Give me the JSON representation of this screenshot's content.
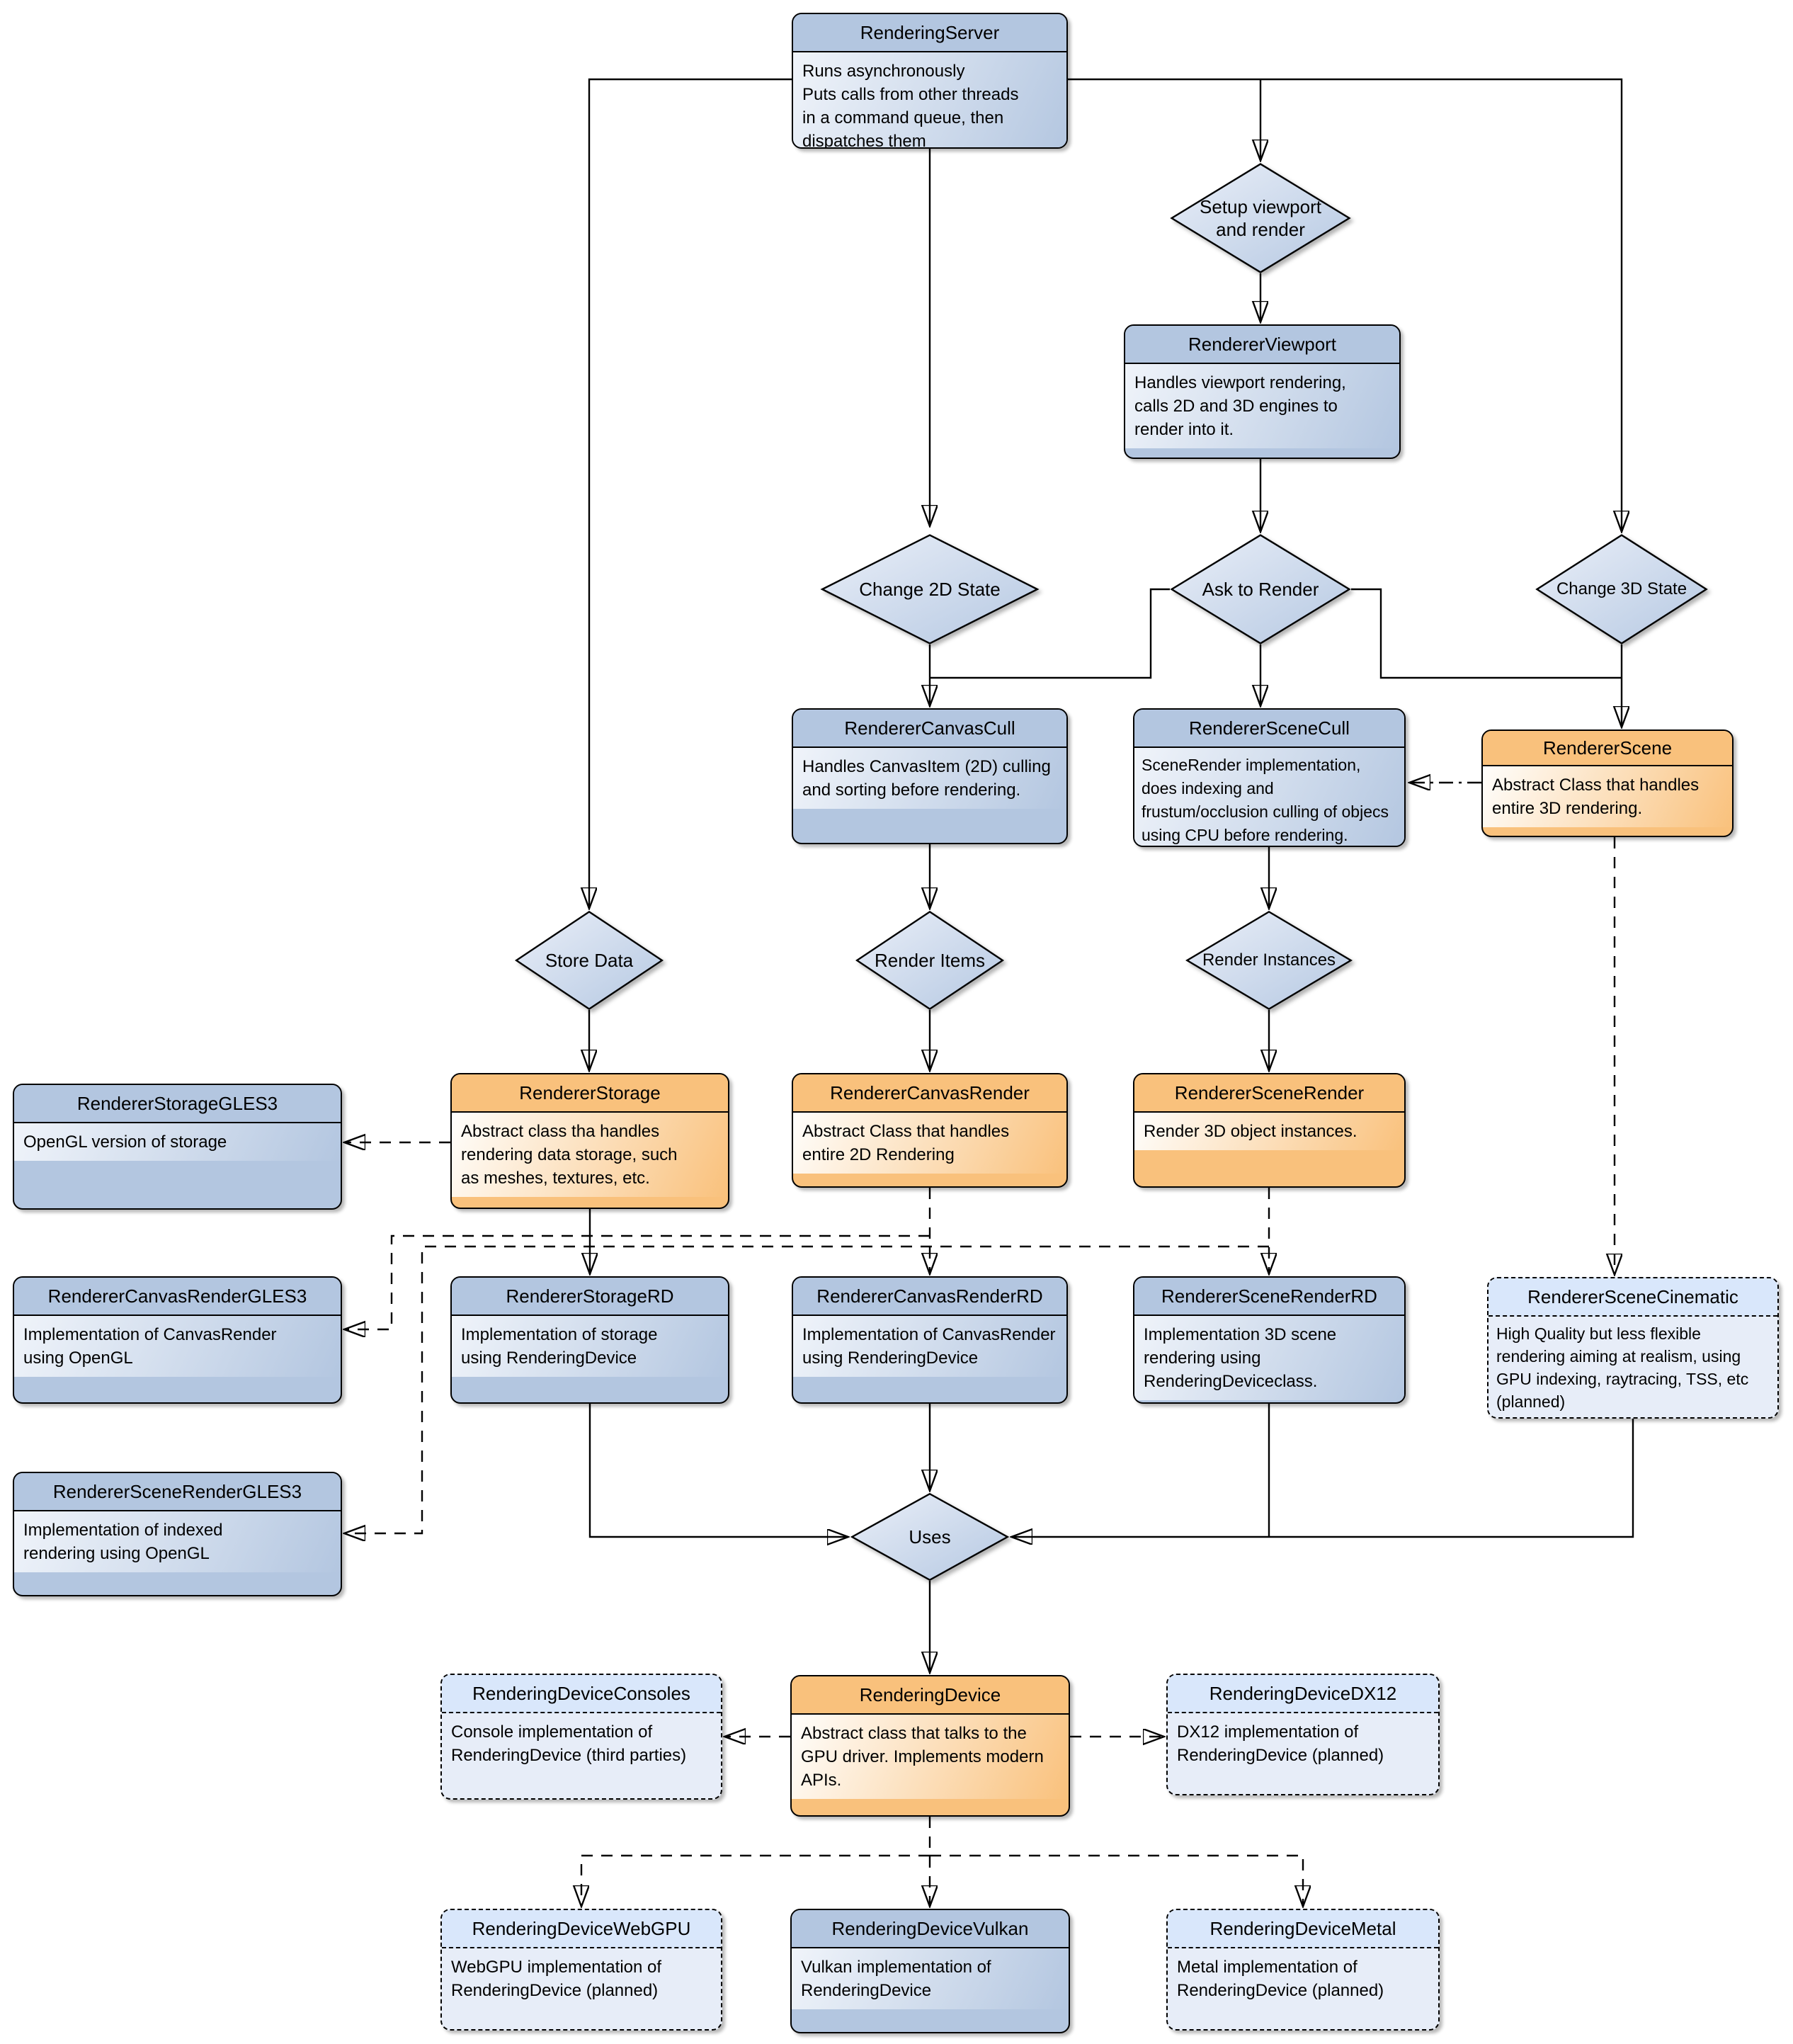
{
  "colors": {
    "box_blue_header": "#b3c6e0",
    "box_orange_header": "#f9c17c",
    "box_planned_header": "#d9e7fb",
    "box_planned_body": "#e7edf8",
    "connector": "#000000",
    "background": "#ffffff"
  },
  "nodes": {
    "rendering_server": {
      "title": "RenderingServer",
      "body": "Runs asynchronously\nPuts calls from other threads\nin a command queue, then\ndispatches them"
    },
    "renderer_viewport": {
      "title": "RendererViewport",
      "body": "Handles viewport rendering,\ncalls 2D and 3D engines to\nrender into it."
    },
    "renderer_canvas_cull": {
      "title": "RendererCanvasCull",
      "body": "Handles CanvasItem (2D) culling\nand sorting before rendering."
    },
    "renderer_scene_cull": {
      "title": "RendererSceneCull",
      "body": "SceneRender implementation,\ndoes indexing and\nfrustum/occlusion culling of objecs\nusing CPU before rendering."
    },
    "renderer_scene": {
      "title": "RendererScene",
      "body": "Abstract Class that handles\nentire 3D rendering."
    },
    "renderer_storage_gles3": {
      "title": "RendererStorageGLES3",
      "body": "OpenGL version of storage"
    },
    "renderer_storage": {
      "title": "RendererStorage",
      "body": "Abstract class tha handles\nrendering data storage, such\nas meshes, textures, etc."
    },
    "renderer_canvas_render": {
      "title": "RendererCanvasRender",
      "body": "Abstract Class that handles\nentire 2D Rendering"
    },
    "renderer_scene_render": {
      "title": "RendererSceneRender",
      "body": "Render 3D object instances."
    },
    "renderer_canvas_render_gles3": {
      "title": "RendererCanvasRenderGLES3",
      "body": "Implementation of CanvasRender\nusing OpenGL"
    },
    "renderer_storage_rd": {
      "title": "RendererStorageRD",
      "body": "Implementation of storage\nusing RenderingDevice"
    },
    "renderer_canvas_render_rd": {
      "title": "RendererCanvasRenderRD",
      "body": "Implementation of CanvasRender\nusing RenderingDevice"
    },
    "renderer_scene_render_rd": {
      "title": "RendererSceneRenderRD",
      "body": "Implementation 3D scene\nrendering using\nRenderingDeviceclass."
    },
    "renderer_scene_cinematic": {
      "title": "RendererSceneCinematic",
      "body": "High Quality but less flexible\nrendering aiming at realism, using\nGPU indexing, raytracing, TSS, etc\n(planned)"
    },
    "renderer_scene_render_gles3": {
      "title": "RendererSceneRenderGLES3",
      "body": "Implementation of indexed\nrendering using OpenGL"
    },
    "rendering_device_consoles": {
      "title": "RenderingDeviceConsoles",
      "body": "Console implementation of\nRenderingDevice (third parties)"
    },
    "rendering_device": {
      "title": "RenderingDevice",
      "body": "Abstract class that talks to the\nGPU driver. Implements modern\nAPIs."
    },
    "rendering_device_dx12": {
      "title": "RenderingDeviceDX12",
      "body": "DX12 implementation of\nRenderingDevice (planned)"
    },
    "rendering_device_webgpu": {
      "title": "RenderingDeviceWebGPU",
      "body": "WebGPU implementation of\nRenderingDevice (planned)"
    },
    "rendering_device_vulkan": {
      "title": "RenderingDeviceVulkan",
      "body": "Vulkan implementation of\nRenderingDevice"
    },
    "rendering_device_metal": {
      "title": "RenderingDeviceMetal",
      "body": "Metal implementation of\nRenderingDevice (planned)"
    }
  },
  "decisions": {
    "setup_viewport": "Setup viewport\nand render",
    "change_2d_state": "Change 2D State",
    "ask_to_render": "Ask to Render",
    "change_3d_state": "Change 3D State",
    "store_data": "Store Data",
    "render_items": "Render Items",
    "render_instances": "Render Instances",
    "uses": "Uses"
  }
}
